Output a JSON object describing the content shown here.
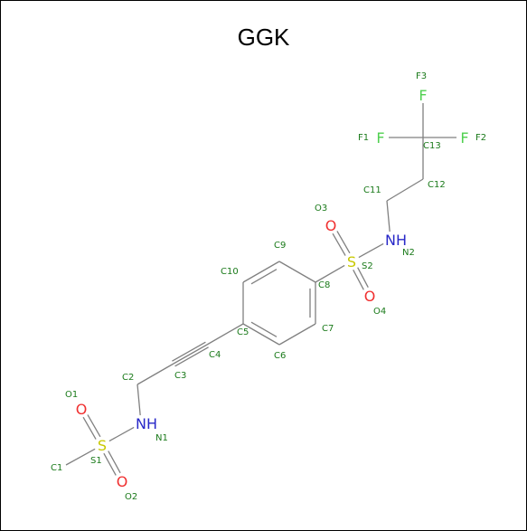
{
  "title": "GGK",
  "colors": {
    "bond": "#808080",
    "label": "#1a7a1a",
    "N": "#2828c8",
    "O": "#f03030",
    "S": "#c8c800",
    "F": "#50d050"
  },
  "atoms": [
    {
      "id": "C1",
      "el": "C",
      "label": "C1"
    },
    {
      "id": "S1",
      "el": "S",
      "label": "S1"
    },
    {
      "id": "O1",
      "el": "O",
      "label": "O1"
    },
    {
      "id": "O2",
      "el": "O",
      "label": "O2"
    },
    {
      "id": "N1",
      "el": "N",
      "label": "N1",
      "symbol": "NH"
    },
    {
      "id": "C2",
      "el": "C",
      "label": "C2"
    },
    {
      "id": "C3",
      "el": "C",
      "label": "C3"
    },
    {
      "id": "C4",
      "el": "C",
      "label": "C4"
    },
    {
      "id": "C5",
      "el": "C",
      "label": "C5"
    },
    {
      "id": "C6",
      "el": "C",
      "label": "C6"
    },
    {
      "id": "C7",
      "el": "C",
      "label": "C7"
    },
    {
      "id": "C8",
      "el": "C",
      "label": "C8"
    },
    {
      "id": "C9",
      "el": "C",
      "label": "C9"
    },
    {
      "id": "C10",
      "el": "C",
      "label": "C10"
    },
    {
      "id": "S2",
      "el": "S",
      "label": "S2"
    },
    {
      "id": "O3",
      "el": "O",
      "label": "O3"
    },
    {
      "id": "O4",
      "el": "O",
      "label": "O4"
    },
    {
      "id": "N2",
      "el": "N",
      "label": "N2",
      "symbol": "NH"
    },
    {
      "id": "C11",
      "el": "C",
      "label": "C11"
    },
    {
      "id": "C12",
      "el": "C",
      "label": "C12"
    },
    {
      "id": "C13",
      "el": "C",
      "label": "C13"
    },
    {
      "id": "F1",
      "el": "F",
      "label": "F1"
    },
    {
      "id": "F2",
      "el": "F",
      "label": "F2"
    },
    {
      "id": "F3",
      "el": "F",
      "label": "F3"
    }
  ],
  "bonds": [
    {
      "a": "C1",
      "b": "S1",
      "order": 1
    },
    {
      "a": "S1",
      "b": "O1",
      "order": 2
    },
    {
      "a": "S1",
      "b": "O2",
      "order": 2
    },
    {
      "a": "S1",
      "b": "N1",
      "order": 1
    },
    {
      "a": "N1",
      "b": "C2",
      "order": 1
    },
    {
      "a": "C2",
      "b": "C3",
      "order": 1
    },
    {
      "a": "C3",
      "b": "C4",
      "order": 3
    },
    {
      "a": "C4",
      "b": "C5",
      "order": 1
    },
    {
      "a": "C5",
      "b": "C6",
      "order": 2
    },
    {
      "a": "C6",
      "b": "C7",
      "order": 1
    },
    {
      "a": "C7",
      "b": "C8",
      "order": 2
    },
    {
      "a": "C8",
      "b": "C9",
      "order": 1
    },
    {
      "a": "C9",
      "b": "C10",
      "order": 2
    },
    {
      "a": "C10",
      "b": "C5",
      "order": 1
    },
    {
      "a": "C8",
      "b": "S2",
      "order": 1
    },
    {
      "a": "S2",
      "b": "O3",
      "order": 2
    },
    {
      "a": "S2",
      "b": "O4",
      "order": 2
    },
    {
      "a": "S2",
      "b": "N2",
      "order": 1
    },
    {
      "a": "N2",
      "b": "C11",
      "order": 1
    },
    {
      "a": "C11",
      "b": "C12",
      "order": 1
    },
    {
      "a": "C12",
      "b": "C13",
      "order": 1
    },
    {
      "a": "C13",
      "b": "F1",
      "order": 1
    },
    {
      "a": "C13",
      "b": "F2",
      "order": 1
    },
    {
      "a": "C13",
      "b": "F3",
      "order": 1
    }
  ]
}
